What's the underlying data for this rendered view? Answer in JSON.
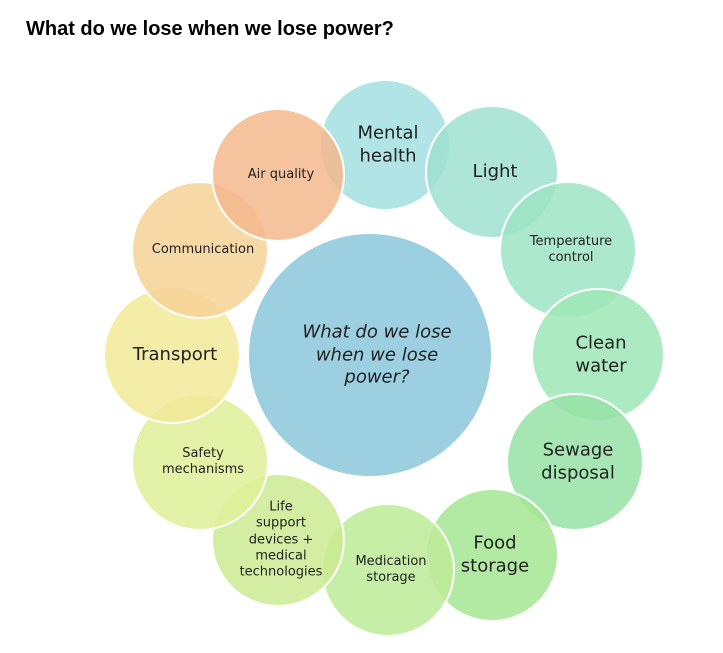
{
  "title": "What do we lose when we lose power?",
  "center": {
    "label": "What do we lose\nwhen we lose\npower?",
    "color": "#9ccfe0"
  },
  "items": [
    {
      "label": "Mental\nhealth",
      "color": "#a3dfdf"
    },
    {
      "label": "Light",
      "color": "#9fe0d0"
    },
    {
      "label": "Temperature\ncontrol",
      "color": "#9ee4c6"
    },
    {
      "label": "Clean\nwater",
      "color": "#9de6b6"
    },
    {
      "label": "Sewage\ndisposal",
      "color": "#96e2a4"
    },
    {
      "label": "Food\nstorage",
      "color": "#a4e694"
    },
    {
      "label": "Medication\nstorage",
      "color": "#bdeb98"
    },
    {
      "label": "Life\nsupport\ndevices +\nmedical\ntechnologies",
      "color": "#cbeb92"
    },
    {
      "label": "Safety\nmechanisms",
      "color": "#dff098"
    },
    {
      "label": "Transport",
      "color": "#f2ea98"
    },
    {
      "label": "Communication",
      "color": "#f6d296"
    },
    {
      "label": "Air quality",
      "color": "#f5b98e"
    }
  ]
}
